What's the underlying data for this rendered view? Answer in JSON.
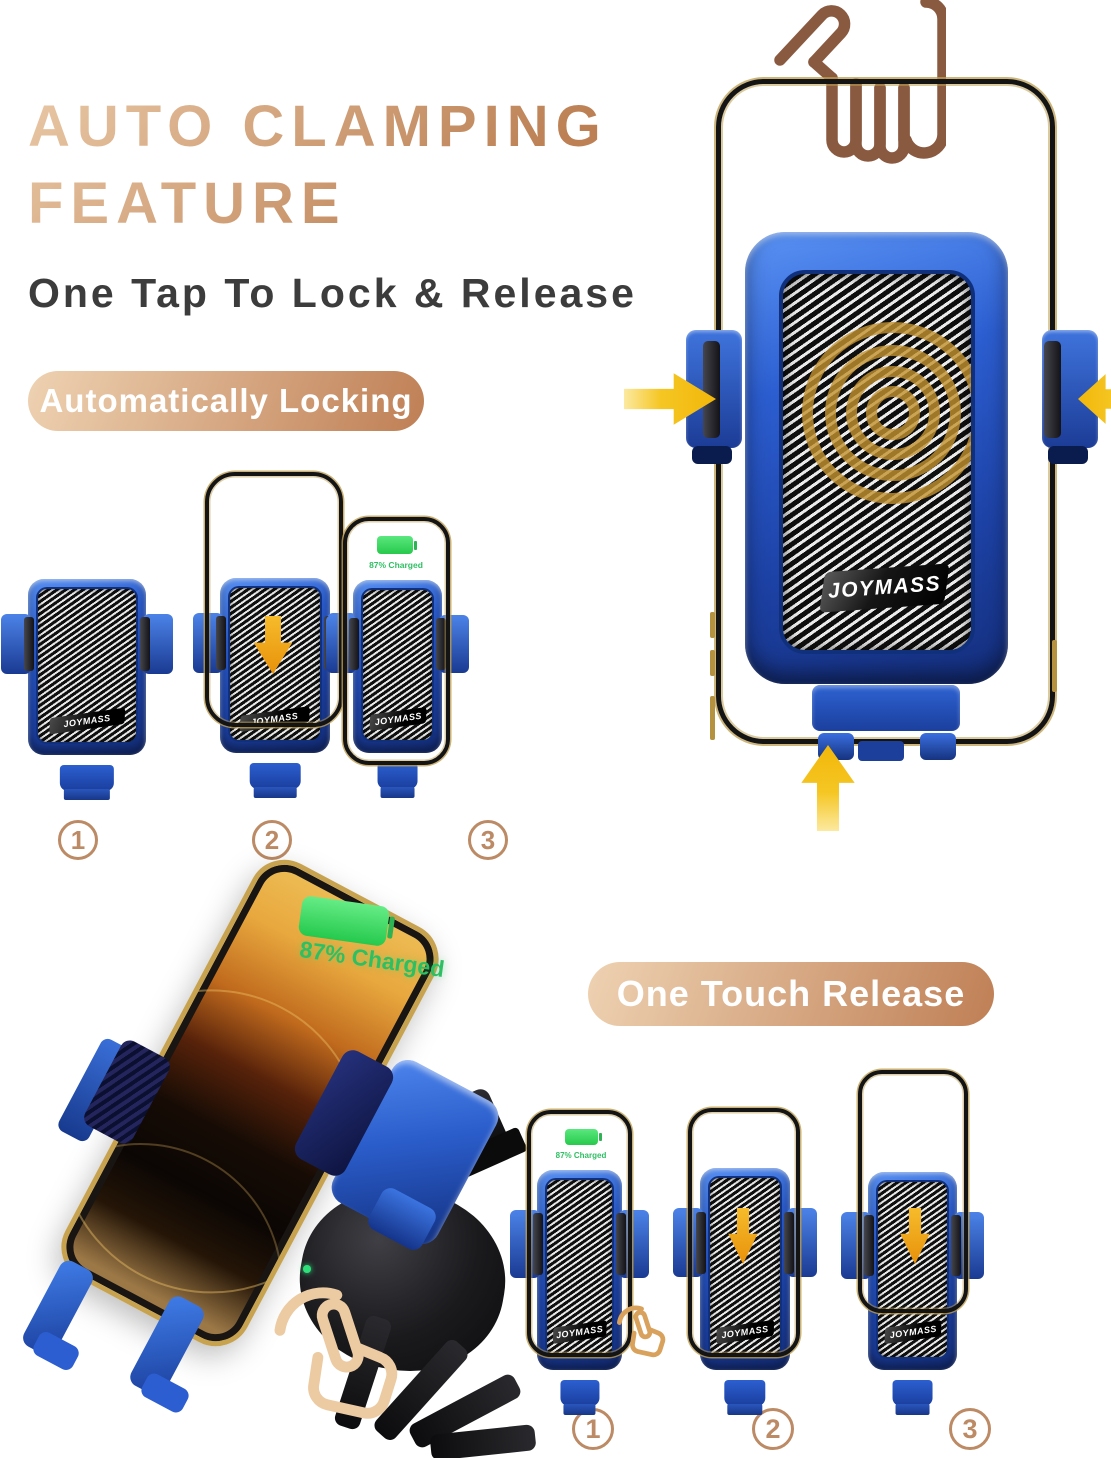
{
  "header": {
    "title_line1": "AUTO CLAMPING",
    "title_line2": "FEATURE",
    "subtitle": "One Tap To Lock & Release"
  },
  "locking_section": {
    "badge": "Automatically Locking",
    "step_numbers": [
      "1",
      "2",
      "3"
    ]
  },
  "release_section": {
    "badge": "One Touch Release",
    "step_numbers": [
      "1",
      "2",
      "3"
    ]
  },
  "product": {
    "brand": "JOYMASS",
    "charged_label": "87% Charged"
  },
  "colors": {
    "title_grad_1": "#e9c8a6",
    "title_grad_2": "#bc8054",
    "subtitle_text": "#3c3c3c",
    "pill_grad_1": "#eed2b2",
    "pill_grad_2": "#bf7f55",
    "pill_text": "#ffffff",
    "step_number": "#bc8a64",
    "hand_brown": "#8a5a40",
    "tap_tan": "#eccaa2",
    "tap_gold": "#d8a25c",
    "arrow_yellow": "#f2b70a",
    "arrow_yellow_light": "#fce9a0",
    "arrow_orange_dark": "#e8920a",
    "mount_blue_light": "#5a93f5",
    "mount_blue_dark": "#142e7c",
    "panel_border": "#11307c",
    "ring_gold": "#c39130",
    "battery_green": "#2fd455",
    "charged_green": "#2fbf63",
    "phone_frame_gold": "#c7a24f",
    "phone_line_dark": "#141414"
  }
}
